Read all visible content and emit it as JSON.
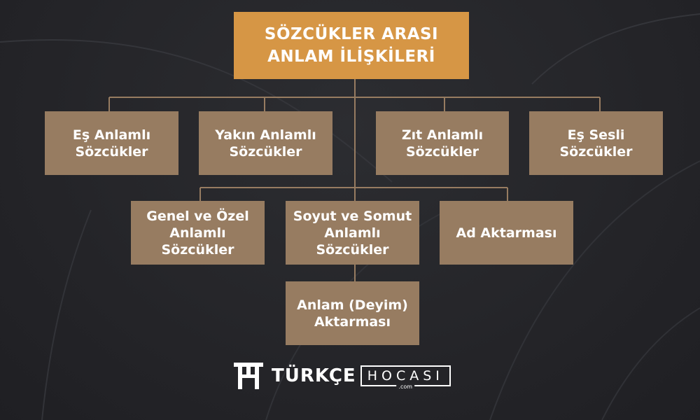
{
  "title": "SÖZCÜKLER ARASI\nANLAM İLİŞKİLERİ",
  "level1": [
    {
      "label": "Eş Anlamlı\nSözcükler"
    },
    {
      "label": "Yakın Anlamlı\nSözcükler"
    },
    {
      "label": "Zıt Anlamlı\nSözcükler"
    },
    {
      "label": "Eş Sesli\nSözcükler"
    }
  ],
  "level2": [
    {
      "label": "Genel ve Özel\nAnlamlı\nSözcükler"
    },
    {
      "label": "Soyut ve Somut\nAnlamlı\nSözcükler"
    },
    {
      "label": "Ad Aktarması"
    }
  ],
  "level3": [
    {
      "label": "Anlam (Deyim)\nAktarması"
    }
  ],
  "logo": {
    "word": "TÜRKÇE",
    "boxed": "HOCASI",
    "suffix": ".com"
  },
  "colors": {
    "background": "#26262a",
    "root_box": "#d69645",
    "node_box": "#977c61",
    "connector": "#977c61"
  }
}
